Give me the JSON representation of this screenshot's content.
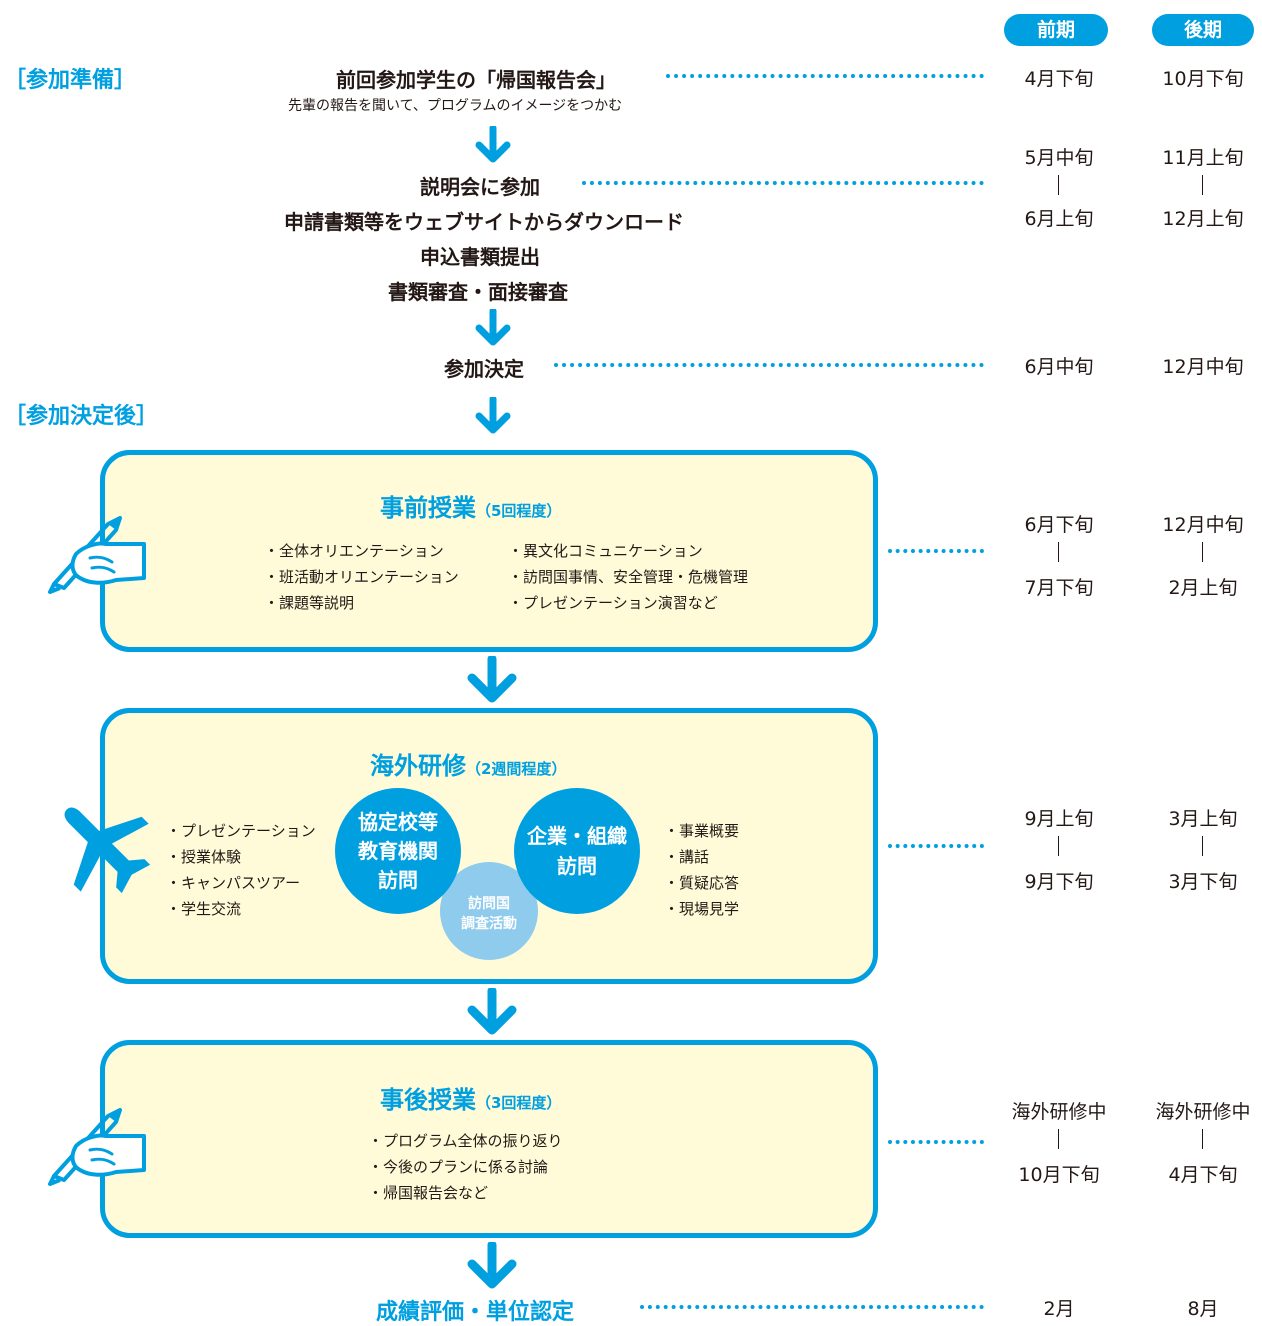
{
  "header": {
    "early_label": "前期",
    "late_label": "後期"
  },
  "sections": {
    "prep": "［参加準備］",
    "after": "［参加決定後］"
  },
  "steps": {
    "report": {
      "title": "前回参加学生の「帰国報告会」",
      "sub": "先輩の報告を聞いて、プログラムのイメージをつかむ",
      "early": "4月下旬",
      "late": "10月下旬"
    },
    "briefing": {
      "line1": "説明会に参加",
      "line2": "申請書類等をウェブサイトからダウンロード",
      "line3": "申込書類提出",
      "line4": "書類審査・面接審査",
      "early_from": "5月中旬",
      "early_to": "6月上旬",
      "late_from": "11月上旬",
      "late_to": "12月上旬"
    },
    "decision": {
      "title": "参加決定",
      "early": "6月中旬",
      "late": "12月中旬"
    }
  },
  "pre_class": {
    "title": "事前授業",
    "note": "（5回程度）",
    "left": [
      "・全体オリエンテーション",
      "・班活動オリエンテーション",
      "・課題等説明"
    ],
    "right": [
      "・異文化コミュニケーション",
      "・訪問国事情、安全管理・危機管理",
      "・プレゼンテーション演習など"
    ],
    "early_from": "6月下旬",
    "early_to": "7月下旬",
    "late_from": "12月中旬",
    "late_to": "2月上旬"
  },
  "overseas": {
    "title": "海外研修",
    "note": "（2週間程度）",
    "left": [
      "・プレゼンテーション",
      "・授業体験",
      "・キャンパスツアー",
      "・学生交流"
    ],
    "circle_school": "協定校等\n教育機関\n訪問",
    "circle_company": "企業・組織\n訪問",
    "circle_survey": "訪問国\n調査活動",
    "right": [
      "・事業概要",
      "・講話",
      "・質疑応答",
      "・現場見学"
    ],
    "early_from": "9月上旬",
    "early_to": "9月下旬",
    "late_from": "3月上旬",
    "late_to": "3月下旬"
  },
  "post_class": {
    "title": "事後授業",
    "note": "（3回程度）",
    "items": [
      "・プログラム全体の振り返り",
      "・今後のプランに係る討論",
      "・帰国報告会など"
    ],
    "early_from": "海外研修中",
    "early_to": "10月下旬",
    "late_from": "海外研修中",
    "late_to": "4月下旬"
  },
  "final": {
    "title": "成績評価・単位認定",
    "early": "2月",
    "late": "8月"
  },
  "icons": [
    "writing-hand-icon",
    "airplane-icon",
    "down-arrow-icon"
  ],
  "colors": {
    "accent": "#00a0e0",
    "box_fill": "#fffbd9",
    "light_circle": "#8ecbed",
    "text": "#231815"
  }
}
